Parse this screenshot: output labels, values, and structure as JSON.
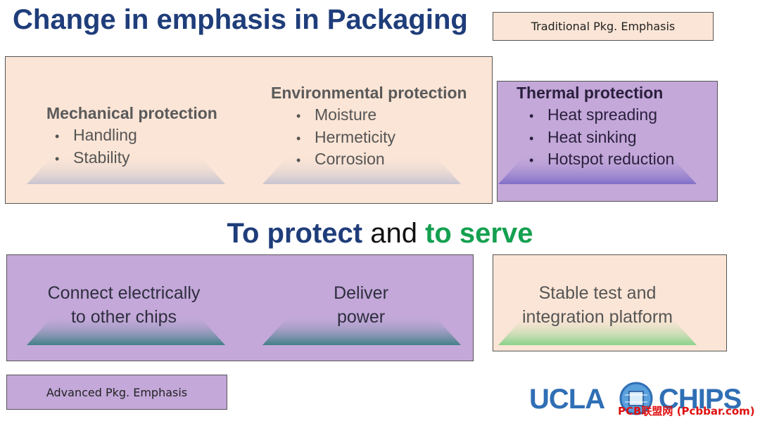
{
  "title": "Change in emphasis in Packaging",
  "legend": {
    "traditional": "Traditional Pkg. Emphasis",
    "advanced": "Advanced Pkg. Emphasis"
  },
  "traditional_panel": {
    "mechanical": {
      "heading": "Mechanical protection",
      "items": [
        "Handling",
        "Stability"
      ]
    },
    "environmental": {
      "heading": "Environmental protection",
      "items": [
        "Moisture",
        "Hermeticity",
        "Corrosion"
      ]
    }
  },
  "thermal_panel": {
    "heading": "Thermal protection",
    "items": [
      "Heat spreading",
      "Heat sinking",
      "Hotspot reduction"
    ]
  },
  "tagline": {
    "part1": "To protect",
    "part2": " and ",
    "part3": "to serve"
  },
  "advanced_panel": {
    "connect": [
      "Connect electrically",
      "to other chips"
    ],
    "deliver": [
      "Deliver",
      "power"
    ]
  },
  "platform_panel": {
    "lines": [
      "Stable test and",
      "integration platform"
    ]
  },
  "logo": {
    "ucla": "UCLA",
    "chips": "CHIPS",
    "watermark": "PCB联盟网 (Pcbbar.com)"
  },
  "colors": {
    "title_blue": "#1f3d7a",
    "green": "#14a050",
    "peach": "#fbe5d6",
    "purple": "#c3a8d9"
  }
}
